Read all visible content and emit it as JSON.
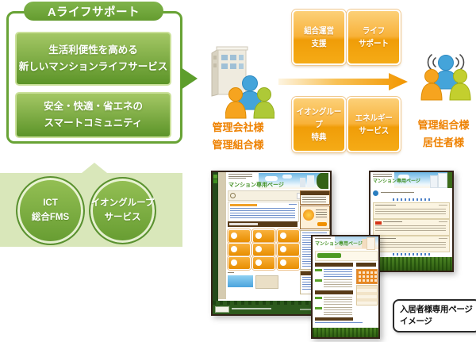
{
  "badge": {
    "label": "Aライフサポート"
  },
  "overview": {
    "point1": "生活利便性を高める\n新しいマンションライフサービス",
    "point2": "安全・快適・省エネの\nスマートコミュニティ"
  },
  "foundation": {
    "circle1": "ICT\n総合FMS",
    "circle2": "イオングループ\nサービス"
  },
  "manager_group": {
    "label": "管理会社様\n管理組合様"
  },
  "resident_group": {
    "label": "管理組合様\n居住者様"
  },
  "services": [
    {
      "label": "組合運営\n支援"
    },
    {
      "label": "ライフ\nサポート"
    },
    {
      "label": "イオングループ\n特典"
    },
    {
      "label": "エネルギー\nサービス"
    }
  ],
  "screenshots": {
    "page_title": "マンション専用ページ",
    "caption": "入居者様専用ページ\nイメージ"
  },
  "colors": {
    "green_main": "#68a335",
    "green_box_top": "#a4c765",
    "green_box_bottom": "#5c9428",
    "foundation_bg": "#d9e7ba",
    "orange_box": "#f29d08",
    "orange_label": "#ee8100",
    "person_orange": "#f6a41f",
    "person_blue": "#44a4da",
    "person_green": "#aec937",
    "footer_green": "#2f5c12"
  }
}
